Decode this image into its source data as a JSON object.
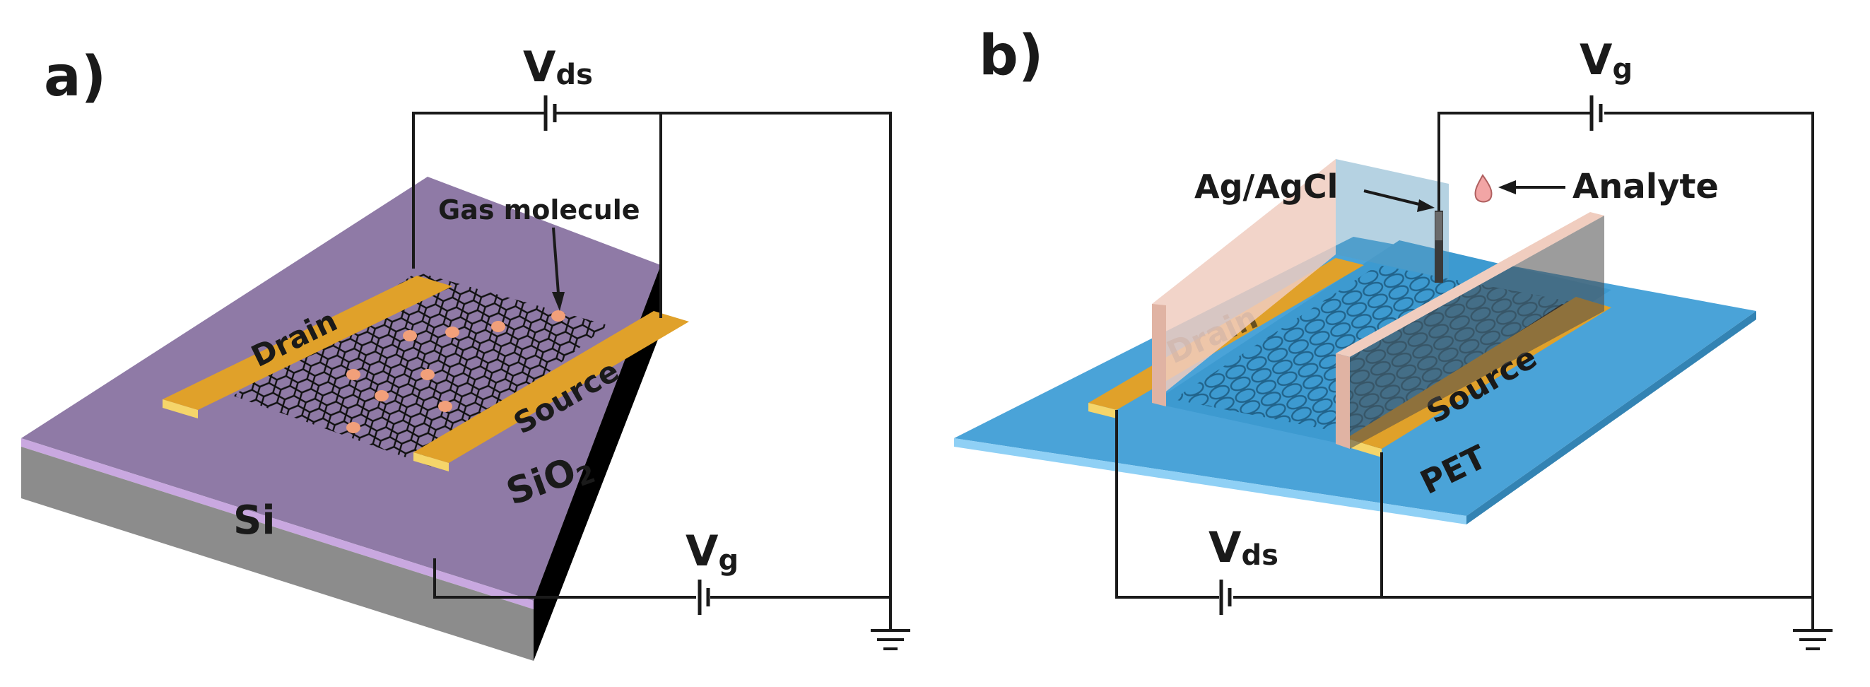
{
  "panel_a": {
    "label": "a)",
    "vds": {
      "main": "V",
      "sub": "ds"
    },
    "vg": {
      "main": "V",
      "sub": "g"
    },
    "gas_molecule": "Gas molecule",
    "drain": "Drain",
    "source": "Source",
    "sio2": {
      "main": "SiO",
      "sub": "2"
    },
    "si": "Si"
  },
  "panel_b": {
    "label": "b)",
    "vg": {
      "main": "V",
      "sub": "g"
    },
    "vds": {
      "main": "V",
      "sub": "ds"
    },
    "ag_agcl": "Ag/AgCl",
    "analyte": "Analyte",
    "drain": "Drain",
    "source": "Source",
    "pet": "PET"
  },
  "colors": {
    "sio2_top": "#8f7aa6",
    "sio2_edge": "#c9a8e0",
    "si_side": "#8c8c8c",
    "substrate_dark": "#000000",
    "electrode": "#e0a12a",
    "pet": "#4aa3d8",
    "pet_edge": "#8fd0f5",
    "analyte_drop": "#f2a5a5",
    "graphene": "#111111"
  }
}
